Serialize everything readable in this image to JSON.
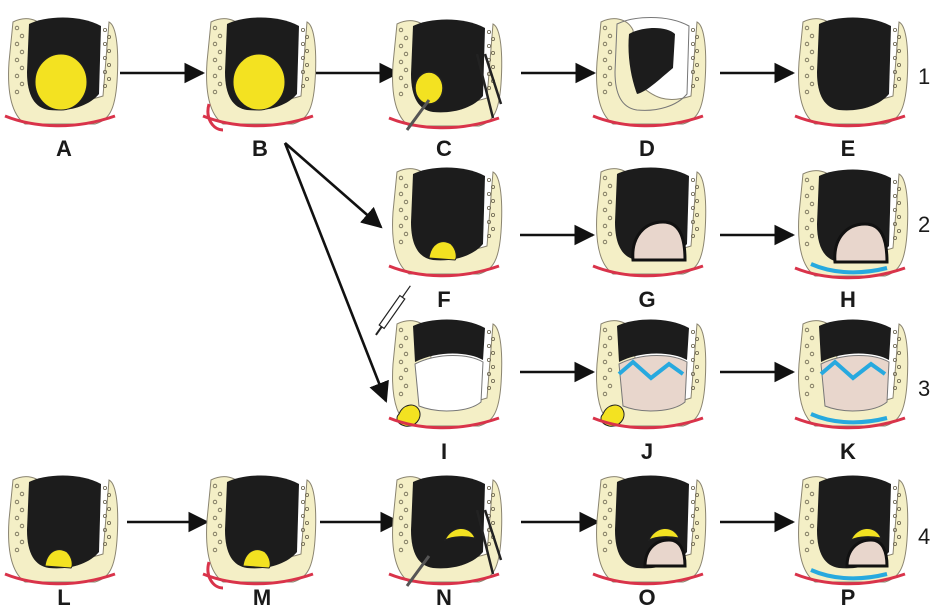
{
  "panels": [
    {
      "id": "A",
      "label": "A",
      "yellow": "large",
      "black": "full"
    },
    {
      "id": "B",
      "label": "B",
      "yellow": "large",
      "black": "full",
      "gum": true
    },
    {
      "id": "C",
      "label": "C",
      "yellow": "forceps",
      "black": "full",
      "tools": true
    },
    {
      "id": "D",
      "label": "D",
      "yellow": "none",
      "black": "residual"
    },
    {
      "id": "E",
      "label": "E",
      "yellow": "none",
      "black": "full"
    },
    {
      "id": "F",
      "label": "F",
      "yellow": "small",
      "black": "full"
    },
    {
      "id": "G",
      "label": "G",
      "yellow": "none",
      "black": "graft"
    },
    {
      "id": "H",
      "label": "H",
      "yellow": "none",
      "black": "graft-blue"
    },
    {
      "id": "I",
      "label": "I",
      "yellow": "aspirated",
      "black": "dome"
    },
    {
      "id": "J",
      "label": "J",
      "yellow": "aspirated",
      "black": "dome-blue"
    },
    {
      "id": "K",
      "label": "K",
      "yellow": "none",
      "black": "dome-blue-final"
    },
    {
      "id": "L",
      "label": "L",
      "yellow": "small",
      "black": "full"
    },
    {
      "id": "M",
      "label": "M",
      "yellow": "small",
      "black": "full",
      "gum": true
    },
    {
      "id": "N",
      "label": "N",
      "yellow": "cap",
      "black": "full",
      "tools": true
    },
    {
      "id": "O",
      "label": "O",
      "yellow": "cap",
      "black": "graft-small"
    },
    {
      "id": "P",
      "label": "P",
      "yellow": "cap",
      "black": "graft-blue-small"
    }
  ],
  "row_labels": [
    "1",
    "2",
    "3",
    "4"
  ],
  "colors": {
    "cavity": "#1c1c1c",
    "cyst": "#f3e221",
    "bone": "#f4efc6",
    "mucosa": "#d9334a",
    "membrane": "#27a9df",
    "graft": "#e8d6cc",
    "arrow": "#111111"
  }
}
